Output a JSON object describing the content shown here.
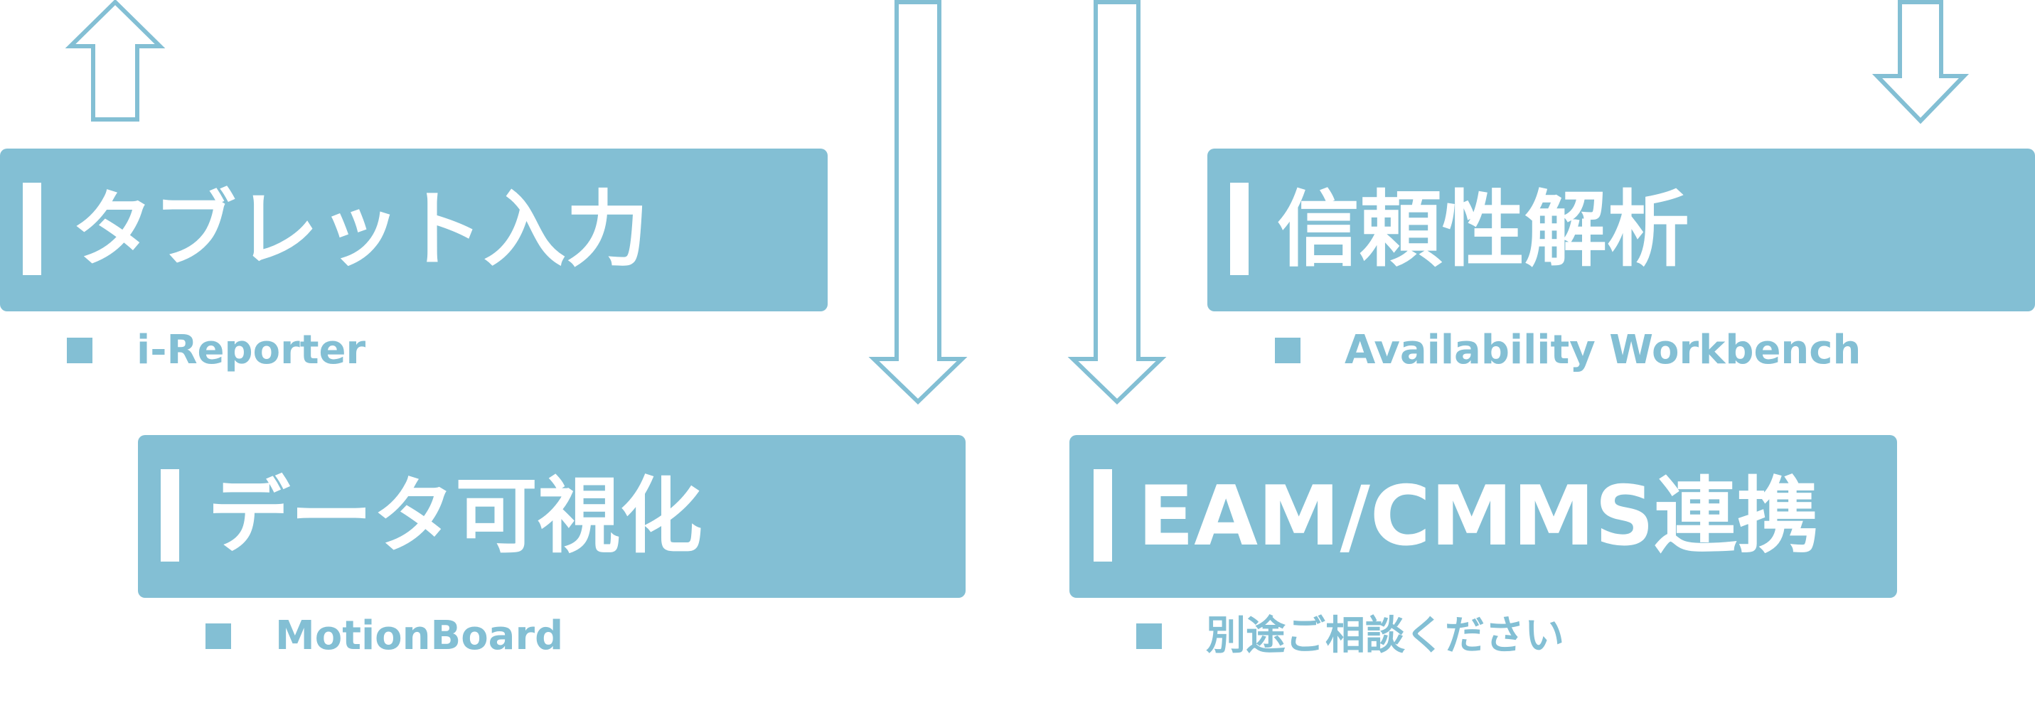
{
  "colors": {
    "accent": "#83bfd4",
    "text_on_box": "#ffffff"
  },
  "boxes": [
    {
      "title": "タブレット入力",
      "subtitle": "i-Reporter"
    },
    {
      "title": "信頼性解析",
      "subtitle": "Availability Workbench"
    },
    {
      "title": "データ可視化",
      "subtitle": "MotionBoard"
    },
    {
      "title": "EAM/CMMS連携",
      "subtitle": "別途ご相談ください"
    }
  ],
  "arrows": [
    {
      "direction": "up"
    },
    {
      "direction": "down"
    },
    {
      "direction": "down"
    },
    {
      "direction": "down"
    }
  ]
}
